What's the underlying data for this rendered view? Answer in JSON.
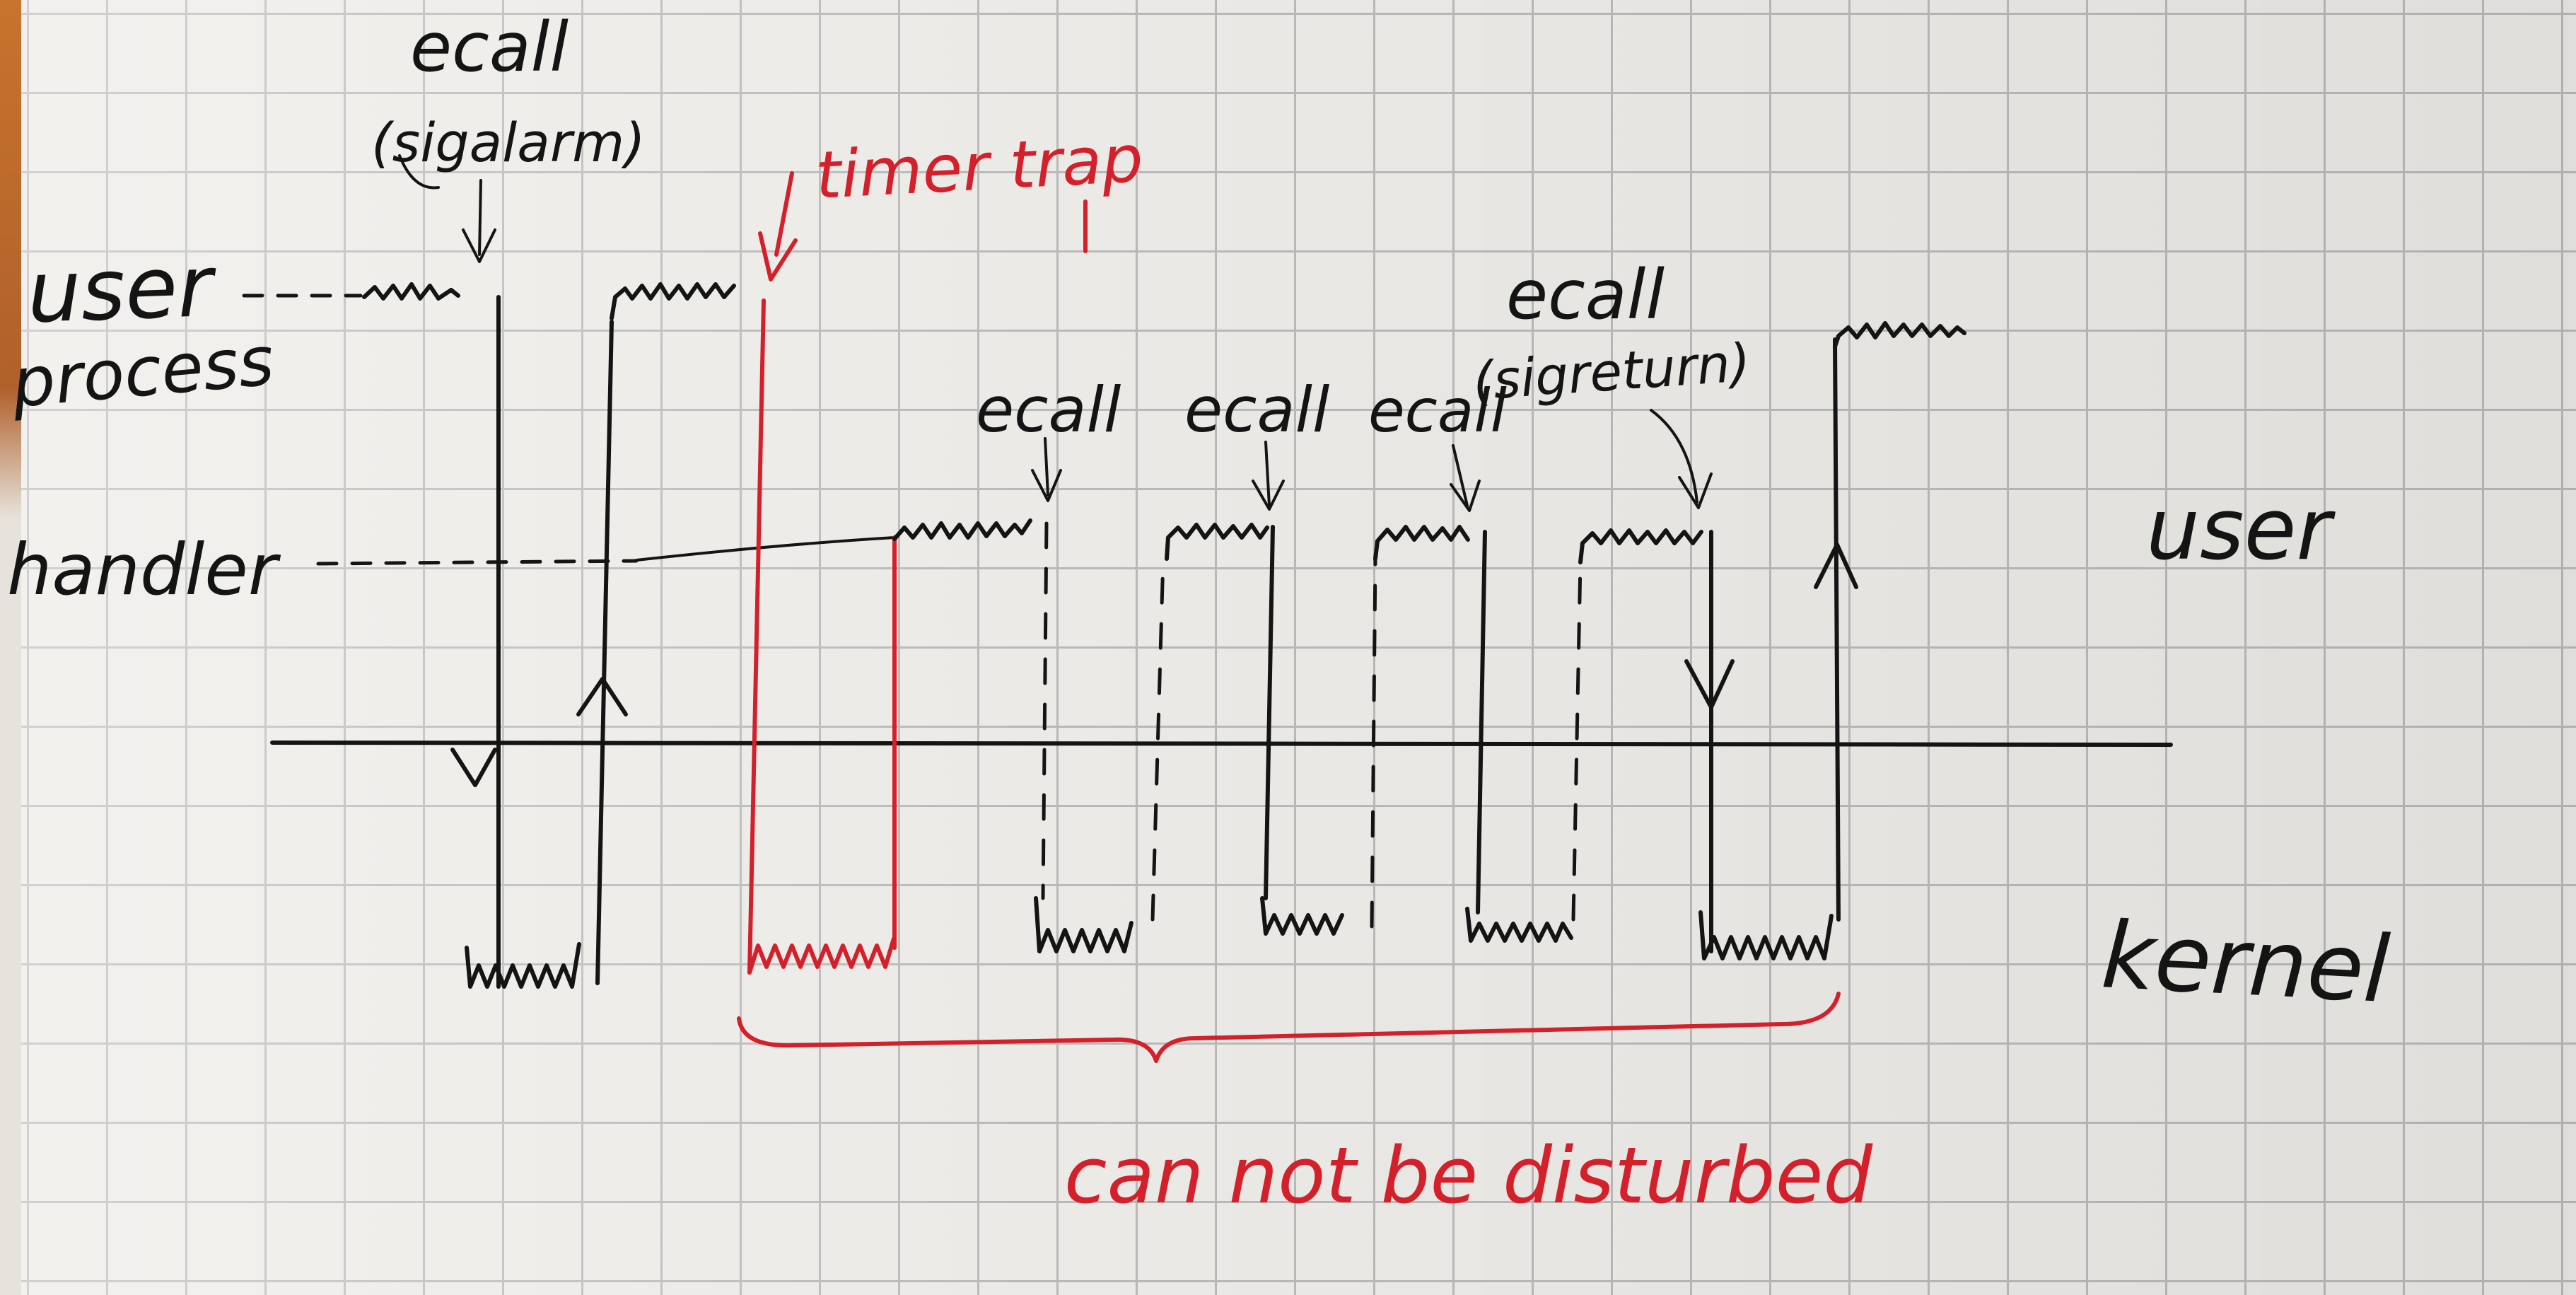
{
  "labels": {
    "user_process_line1": "user",
    "user_process_line2": "process",
    "handler": "handler",
    "user_region": "user",
    "kernel_region": "kernel",
    "ecall_first": "ecall",
    "ecall_first_arg": "(sigalarm)",
    "timer_trap": "timer trap",
    "ecall_a": "ecall",
    "ecall_b": "ecall",
    "ecall_c": "ecall",
    "ecall_last": "ecall",
    "ecall_last_arg": "(sigreturn)",
    "brace_note": "can not be disturbed"
  },
  "colors": {
    "ink": "#141414",
    "red_ink": "#d3202a",
    "paper": "#eceae6",
    "grid": "#b9b9b9"
  }
}
